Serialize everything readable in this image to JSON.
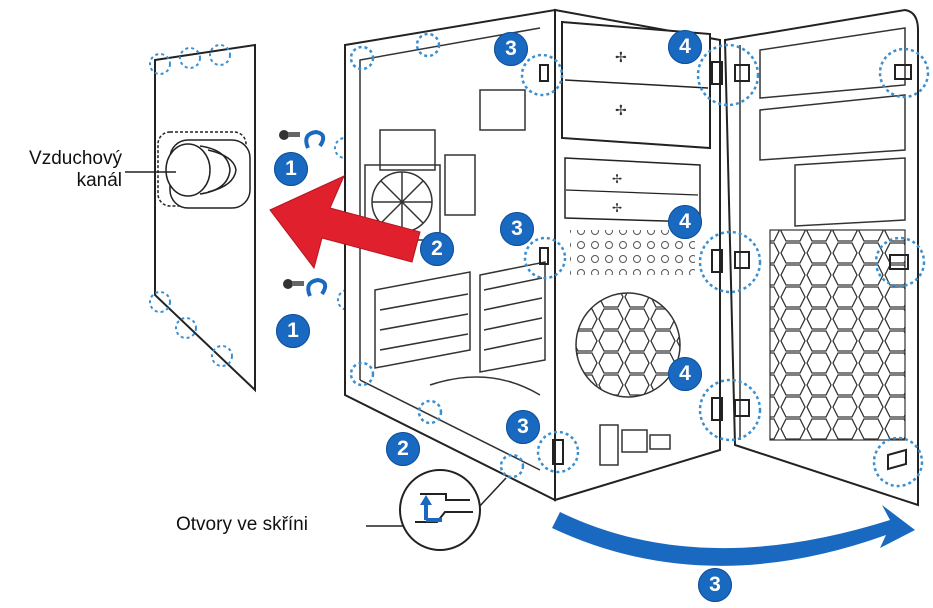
{
  "labels": {
    "air_duct": [
      "Vzduchový",
      "kanál"
    ],
    "case_holes": "Otvory ve skříni"
  },
  "steps": [
    "1",
    "1",
    "2",
    "2",
    "3",
    "3",
    "3",
    "3",
    "4",
    "4",
    "4"
  ],
  "colors": {
    "badge": "#1a69c0",
    "arrow_red": "#e0202c",
    "arrow_blue": "#1a69c0",
    "dotted_circle": "#3a8fd0",
    "line": "#222222"
  },
  "icons": [
    "screw-icon",
    "rotate-arrow-icon",
    "fan-icon",
    "cable-clip-icon"
  ]
}
